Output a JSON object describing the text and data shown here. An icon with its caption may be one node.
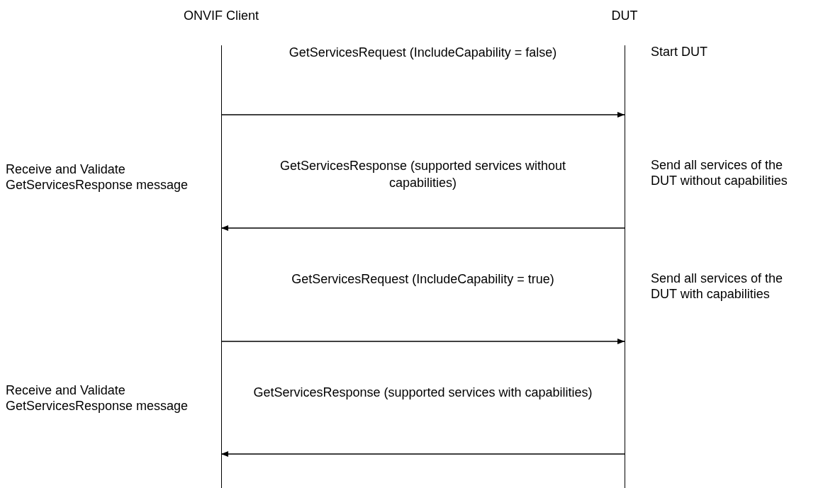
{
  "diagram": {
    "nodes": [
      {
        "text": [
          "ONVIF Client"
        ]
      },
      {
        "text": [
          "DUT"
        ]
      }
    ],
    "edges": [
      {
        "from": 0,
        "to": 1,
        "arrow": "to",
        "label": "GetServicesRequest (IncludeCapability = false)"
      },
      {
        "from": 1,
        "to": 0,
        "arrow": "to",
        "label": "GetServicesResponse (supported services without capabilities)"
      },
      {
        "from": 0,
        "to": 1,
        "arrow": "to",
        "label": "GetServicesRequest (IncludeCapability = true)"
      },
      {
        "from": 1,
        "to": 0,
        "arrow": "to",
        "label": "GetServicesResponse (supported services with capabilities)"
      }
    ],
    "labels": [
      "Start DUT",
      "Send all services of the DUT without capabilities",
      "Receive and Validate GetServicesResponse message",
      "Send all services of the DUT with capabilities",
      "Receive and Validate GetServicesResponse message"
    ]
  }
}
